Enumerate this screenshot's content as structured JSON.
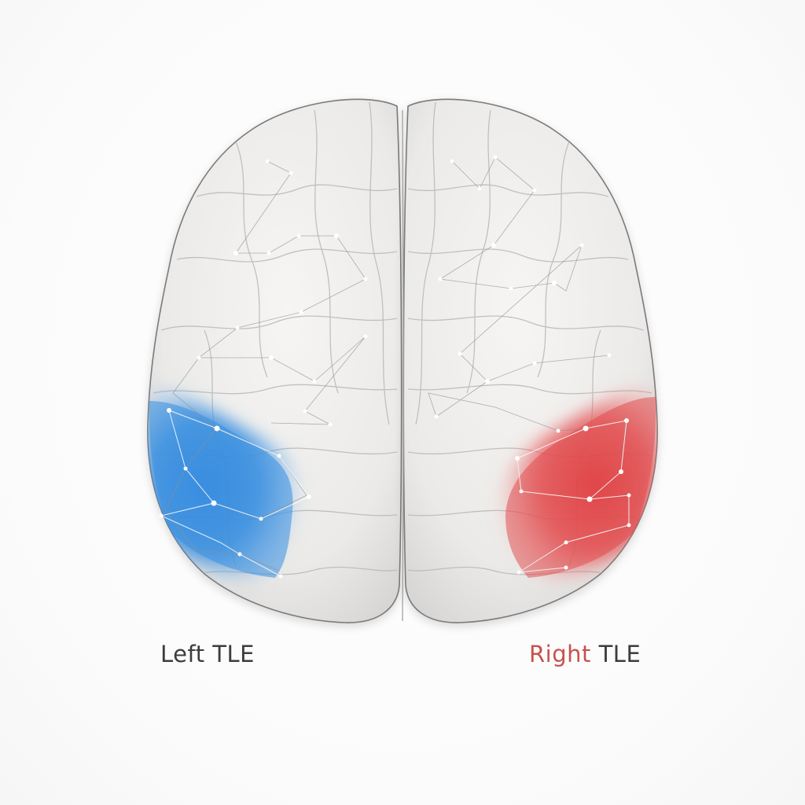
{
  "figure": {
    "subject": "Brain, superior view, two hemispheres with node-network overlay",
    "regions": [
      {
        "id": "left",
        "side": "left hemisphere, lateral-posterior",
        "color": "#3a8fe0"
      },
      {
        "id": "right",
        "side": "right hemisphere, lateral-posterior",
        "color": "#e0474a"
      }
    ]
  },
  "labels": {
    "left": {
      "prefix": "Left",
      "suffix": " TLE",
      "prefix_color": "#3d3d3d"
    },
    "right": {
      "prefix": "Right",
      "suffix": " TLE",
      "prefix_color": "#c8514f"
    }
  },
  "colors": {
    "brain_fill": "#efeeec",
    "brain_outline": "#7a7a7a",
    "left_highlight": "#3a8fe0",
    "right_highlight": "#e0474a",
    "node": "#ffffff",
    "text": "#3d3d3d"
  }
}
